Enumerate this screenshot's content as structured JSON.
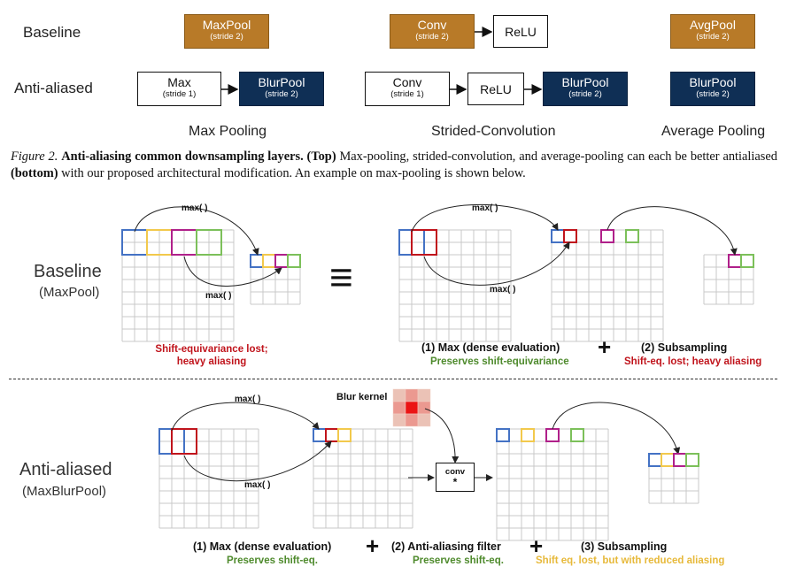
{
  "top": {
    "row_labels": [
      "Baseline",
      "Anti-aliased"
    ],
    "boxes": {
      "maxpool": {
        "label": "MaxPool",
        "sub": "(stride 2)"
      },
      "conv_top": {
        "label": "Conv",
        "sub": "(stride 2)"
      },
      "relu_top": {
        "label": "ReLU"
      },
      "avgpool": {
        "label": "AvgPool",
        "sub": "(stride 2)"
      },
      "max": {
        "label": "Max",
        "sub": "(stride 1)"
      },
      "blurpool1": {
        "label": "BlurPool",
        "sub": "(stride 2)"
      },
      "conv_bot": {
        "label": "Conv",
        "sub": "(stride 1)"
      },
      "relu_bot": {
        "label": "ReLU"
      },
      "blurpool2": {
        "label": "BlurPool",
        "sub": "(stride 2)"
      },
      "blurpool3": {
        "label": "BlurPool",
        "sub": "(stride 2)"
      }
    },
    "column_titles": [
      "Max Pooling",
      "Strided-Convolution",
      "Average Pooling"
    ]
  },
  "caption": {
    "figure_label": "Figure 2.",
    "bold_title": "Anti-aliasing common downsampling layers.",
    "top_tag": "(Top)",
    "text1": " Max-pooling, strided-convolution, and average-pooling can each be better antialiased ",
    "bottom_tag": "(bottom)",
    "text2": " with our proposed architectural modification. An example on max-pooling is shown below."
  },
  "diagram": {
    "baseline_label": "Baseline",
    "baseline_sub": "(MaxPool)",
    "antialiased_label": "Anti-aliased",
    "antialiased_sub": "(MaxBlurPool)",
    "max_op": "max( )",
    "blur_kernel": "Blur kernel",
    "conv_label": "conv",
    "conv_symbol": "*",
    "baseline_note": [
      "Shift-equivariance lost;",
      "heavy aliasing"
    ],
    "step_max": "(1) Max (dense evaluation)",
    "step_max_note": "Preserves shift-equivariance",
    "step_sub": "(2) Subsampling",
    "step_sub_note": "Shift-eq. lost; heavy aliasing",
    "aa_step1": "(1) Max (dense evaluation)",
    "aa_step1_note": "Preserves shift-eq.",
    "aa_step2": "(2) Anti-aliasing filter",
    "aa_step2_note": "Preserves shift-eq.",
    "aa_step3": "(3) Subsampling",
    "aa_step3_note": "Shift eq. lost, but with reduced aliasing",
    "plus": "+",
    "equiv": "≡"
  },
  "colors": {
    "orange": "#b87a28",
    "navy": "#0f2f55",
    "blue": "#4472c4",
    "yellow": "#f2c94c",
    "magenta": "#b0208a",
    "green": "#7cc05a",
    "red": "#c0141c",
    "grid": "#c8c8c8"
  }
}
